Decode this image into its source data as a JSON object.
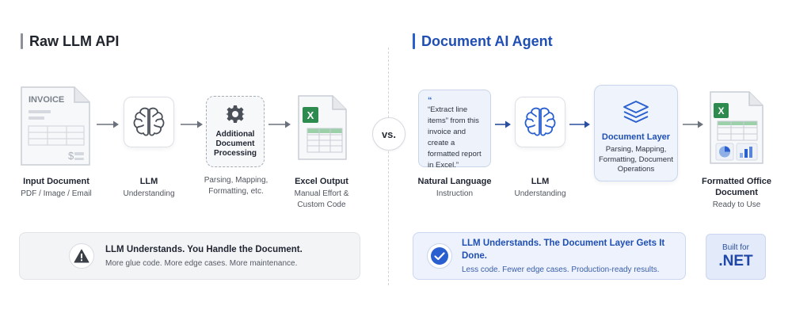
{
  "left": {
    "title": "Raw LLM API",
    "steps": [
      {
        "title": "Input Document",
        "sub": "PDF / Image / Email",
        "doc_label": "INVOICE",
        "doc_symbol": "$"
      },
      {
        "title": "LLM",
        "sub": "Understanding"
      },
      {
        "title": "Additional Document Processing",
        "sub": "Parsing, Mapping, Formatting, etc."
      },
      {
        "title": "Excel Output",
        "sub": "Manual Effort & Custom Code",
        "doc_label": "X"
      }
    ],
    "summary": {
      "title": "LLM Understands. You Handle the Document.",
      "sub": "More glue code. More edge cases. More maintenance."
    }
  },
  "vs": "vs.",
  "right": {
    "title": "Document AI Agent",
    "steps": [
      {
        "title": "Natural Language",
        "sub": "Instruction",
        "quote_mark": "“",
        "quote_text": "“Extract line items” from this invoice and create a formatted report in Excel.”"
      },
      {
        "title": "LLM",
        "sub": "Understanding"
      },
      {
        "title": "Document Layer",
        "sub": "Parsing, Mapping, Formatting, Document Operations"
      },
      {
        "title": "Formatted Office Document",
        "sub": "Ready to Use",
        "doc_label": "X"
      }
    ],
    "summary": {
      "title": "LLM Understands. The Document Layer Gets It Done.",
      "sub": "Less code. Fewer edge cases. Production-ready results."
    }
  },
  "badge": {
    "line1": "Built for",
    "line2": ".NET"
  },
  "colors": {
    "accent": "#1f4fb3",
    "excel_green": "#2e8b4f",
    "warning": "#3a3f48",
    "check": "#2a5fd0"
  }
}
